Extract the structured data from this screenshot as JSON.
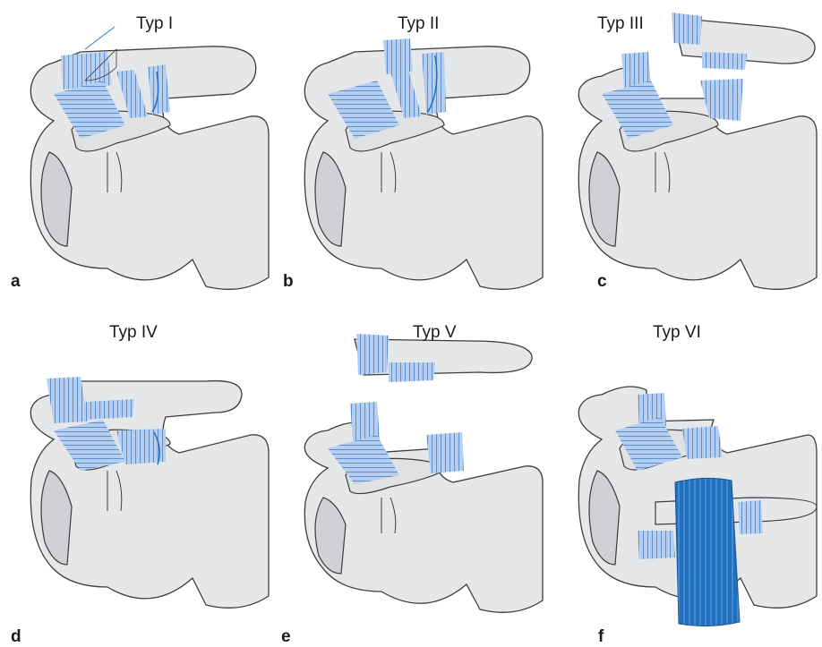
{
  "colors": {
    "bone": "#e6e7e9",
    "bone_shade": "#cfd1d4",
    "outline": "#3c3c3c",
    "ligament": "#a9c5e8",
    "ligament_line": "#5b8fd0",
    "ligament_dark": "#1f6fc0"
  },
  "panels": [
    {
      "title": "Typ I",
      "letter": "a"
    },
    {
      "title": "Typ II",
      "letter": "b"
    },
    {
      "title": "Typ III",
      "letter": "c"
    },
    {
      "title": "Typ IV",
      "letter": "d"
    },
    {
      "title": "Typ V",
      "letter": "e"
    },
    {
      "title": "Typ VI",
      "letter": "f"
    }
  ]
}
